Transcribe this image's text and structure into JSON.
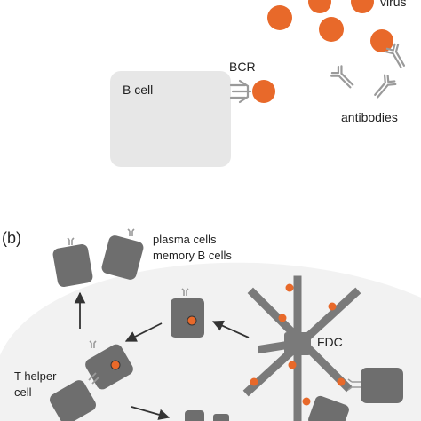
{
  "colors": {
    "virus": "#E8692A",
    "bcell_panel_a": "#E7E7E7",
    "cell_dark": "#6E6E6E",
    "receptor": "#9A9A9A",
    "arrow": "#333333",
    "germinal_center": "#F2F2F2",
    "fdc": "#7A7A7A",
    "text": "#222222"
  },
  "panel_a": {
    "virus_label": "virus",
    "bcr_label": "BCR",
    "bcell_label": "B cell",
    "antibodies_label": "antibodies"
  },
  "panel_b": {
    "panel_label": "(b)",
    "plasma_cells_label": "plasma cells",
    "memory_b_cells_label": "memory B cells",
    "fdc_label": "FDC",
    "t_helper_label_line1": "T helper",
    "t_helper_label_line2": "cell"
  }
}
